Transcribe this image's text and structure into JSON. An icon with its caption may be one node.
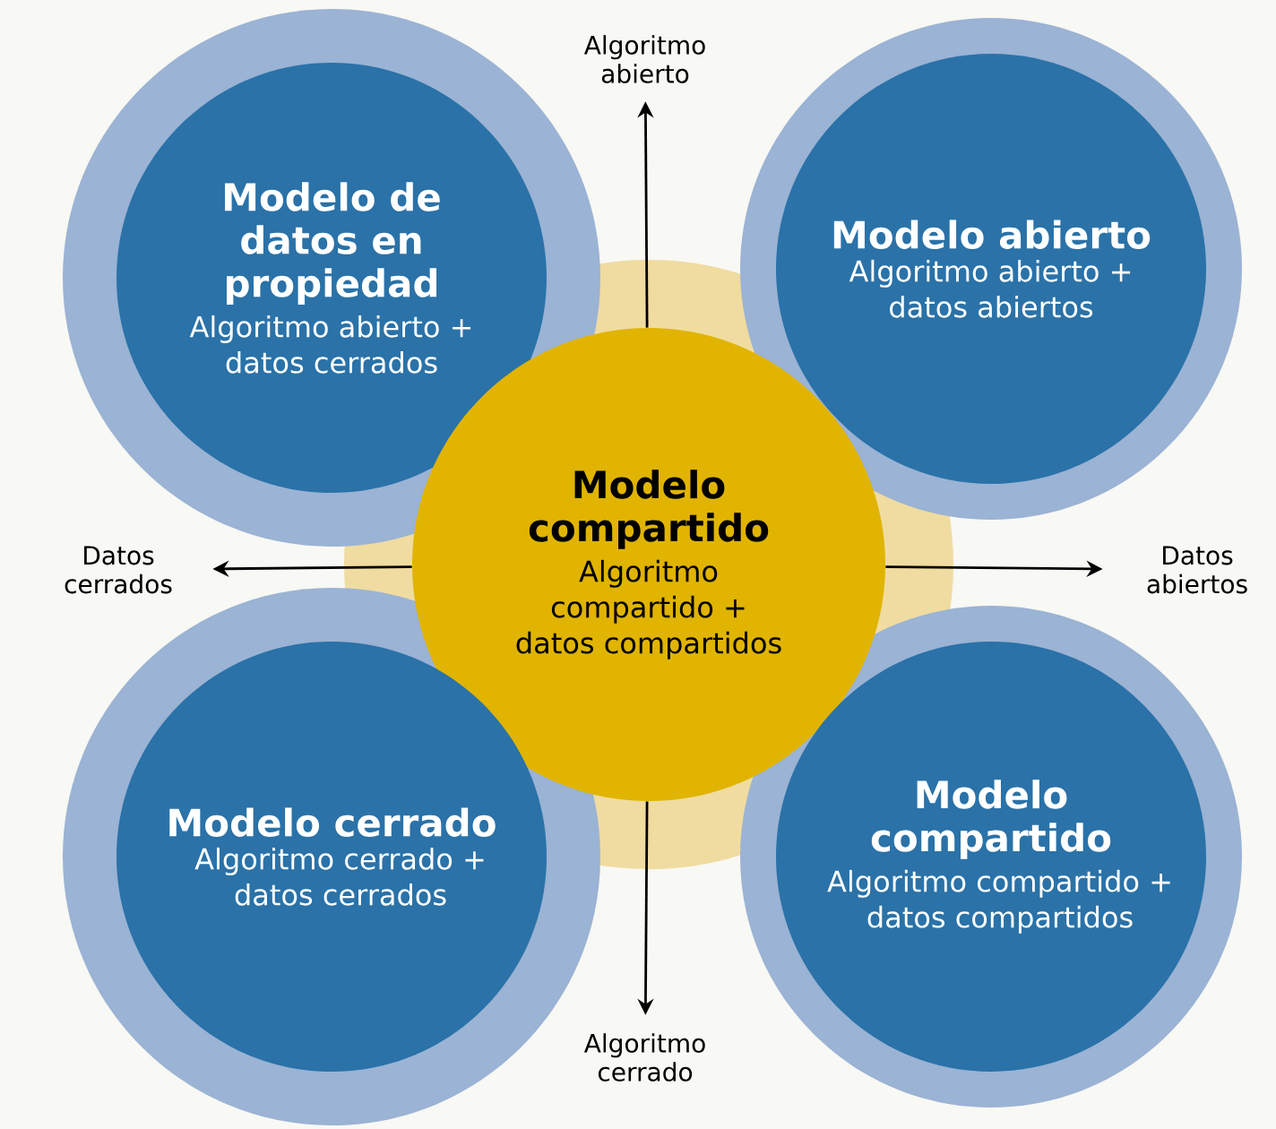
{
  "diagram": {
    "nodes": [
      {
        "text": [
          "Modelo de datos en propiedad",
          "Algoritmo abierto + datos cerrados"
        ]
      },
      {
        "text": [
          "Modelo abierto",
          "Algoritmo abierto + datos abiertos"
        ]
      },
      {
        "text": [
          "Modelo compartido",
          "Algoritmo compartido + datos compartidos"
        ]
      },
      {
        "text": [
          "Modelo cerrado",
          "Algoritmo cerrado + datos cerrados"
        ]
      },
      {
        "text": [
          "Modelo compartido",
          "Algoritmo compartido + datos compartidos"
        ]
      },
      {
        "text": [
          "Algoritmo abierto"
        ]
      },
      {
        "text": [
          "Datos cerrados"
        ]
      },
      {
        "text": [
          "Datos abiertos"
        ]
      },
      {
        "text": [
          "Algoritmo cerrado"
        ]
      }
    ],
    "edges": [
      {
        "from": 2,
        "to": 5,
        "arrow": "to"
      },
      {
        "from": 2,
        "to": 6,
        "arrow": "to"
      },
      {
        "from": 2,
        "to": 7,
        "arrow": "to"
      },
      {
        "from": 2,
        "to": 8,
        "arrow": "to"
      }
    ]
  }
}
